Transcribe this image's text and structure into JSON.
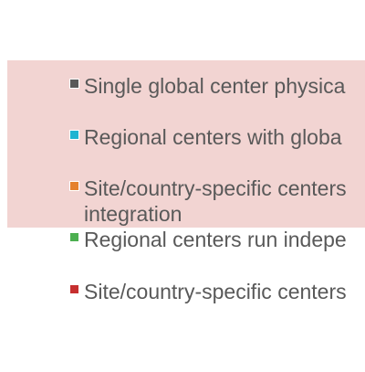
{
  "chart_data": {
    "type": "bar",
    "title": "",
    "legend": {
      "placement": "right",
      "highlighted_entries": [
        0,
        1,
        2
      ],
      "highlight_color": "#f2d4d2",
      "entries": [
        {
          "label": "Single global center physica",
          "color": "#595959"
        },
        {
          "label": "Regional centers with globa",
          "color": "#1fb4d2"
        },
        {
          "label": "Site/country-specific centers",
          "label_line2": "integration",
          "color": "#e5822e"
        },
        {
          "label": "Regional centers run indepe",
          "color": "#4caf50"
        },
        {
          "label": "Site/country-specific centers",
          "color": "#c62f2f"
        }
      ]
    }
  }
}
